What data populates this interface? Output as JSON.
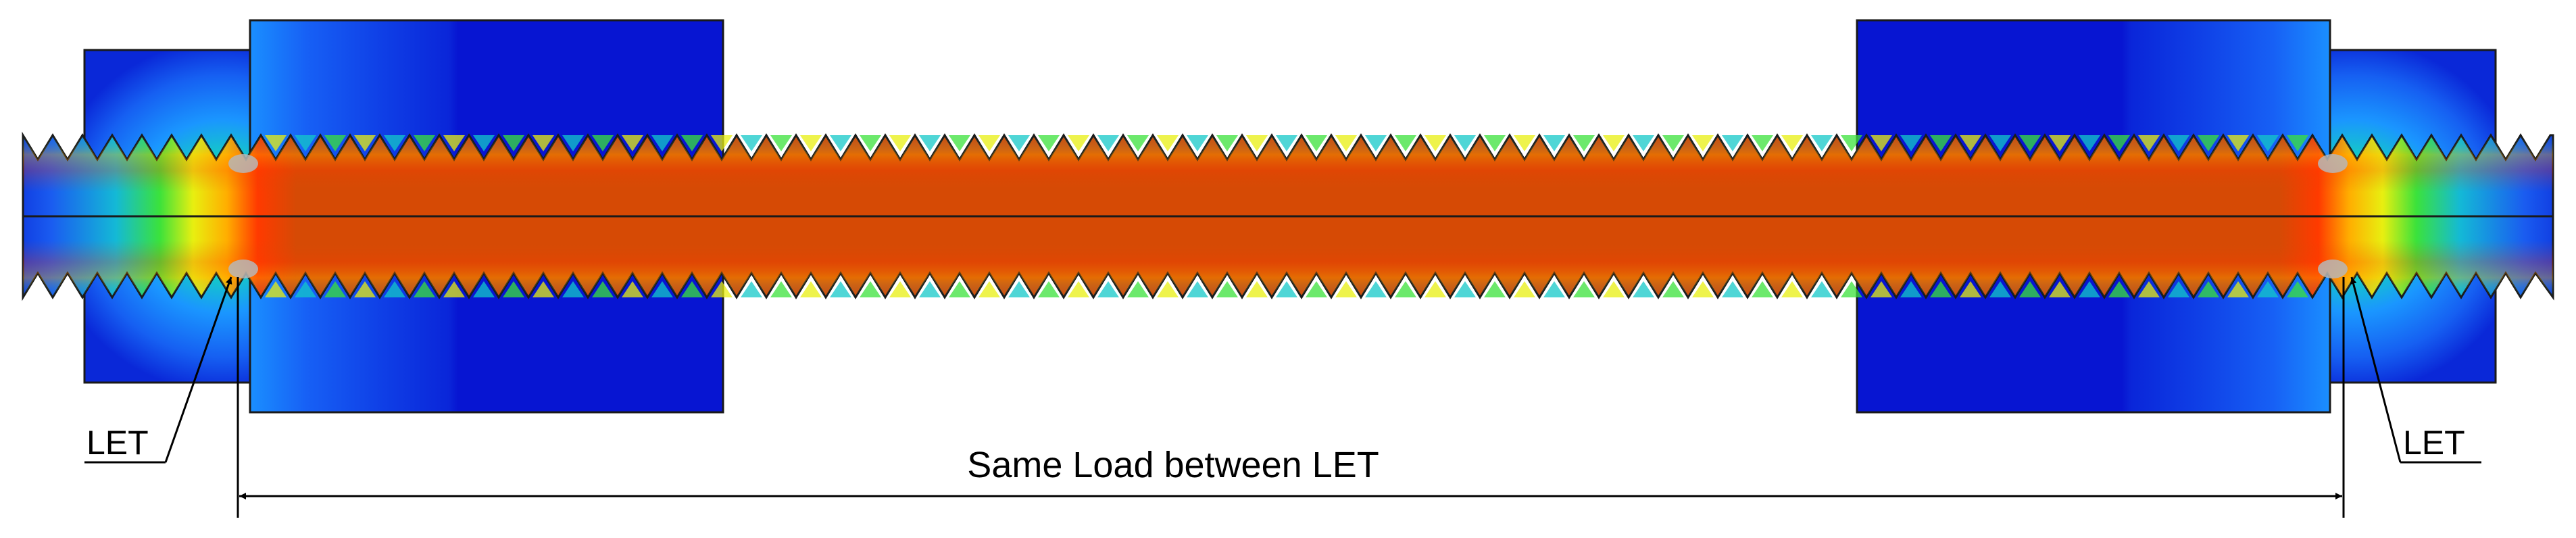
{
  "figure": {
    "labels": {
      "let_left": "LET",
      "let_right": "LET",
      "dimension": "Same Load between LET"
    },
    "colors": {
      "background": "#ffffff",
      "contour_peak": "#d64a05",
      "contour_high": "#ff3a00",
      "contour_mid_high": "#ffae00",
      "contour_mid": "#e8ef10",
      "contour_mid_low": "#3be23b",
      "contour_low_mid": "#14c8c8",
      "contour_low": "#1a96ff",
      "contour_lowest": "#0a28d8",
      "plate_blue": "#0715d2",
      "outline": "#1a1a1a"
    }
  }
}
